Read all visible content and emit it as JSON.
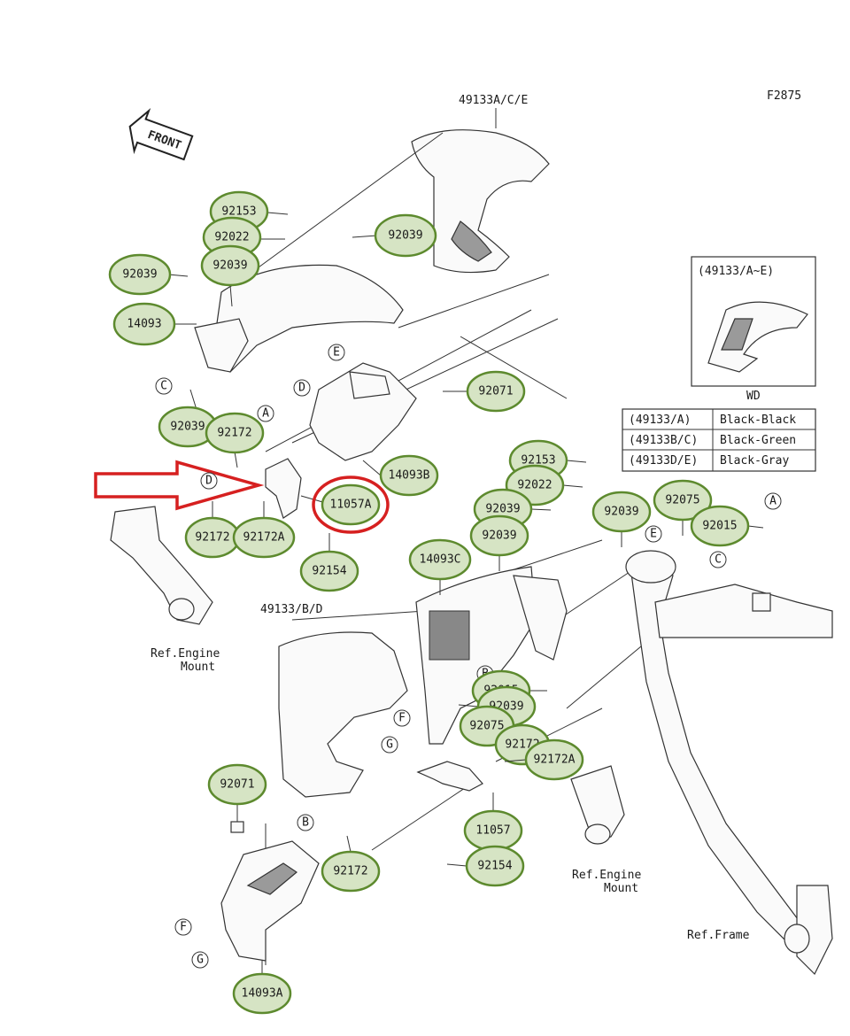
{
  "figure_code": "F2875",
  "front_label": "FRONT",
  "variant_box": {
    "title": "(49133/A~E)",
    "footer": "WD"
  },
  "color_table": [
    {
      "code": "(49133/A)",
      "color": "Black-Black"
    },
    {
      "code": "(49133B/C)",
      "color": "Black-Green"
    },
    {
      "code": "(49133D/E)",
      "color": "Black-Gray"
    }
  ],
  "labels": {
    "top_cowl": "49133A/C/E",
    "lower_cowl": "49133/B/D",
    "ref_engine_mount_left": [
      "Ref.Engine",
      "Mount"
    ],
    "ref_engine_mount_right": [
      "Ref.Engine",
      "Mount"
    ],
    "ref_frame": "Ref.Frame"
  },
  "parts": [
    {
      "id": "p1",
      "code": "92153"
    },
    {
      "id": "p2",
      "code": "92022"
    },
    {
      "id": "p3",
      "code": "92039"
    },
    {
      "id": "p4",
      "code": "92039"
    },
    {
      "id": "p5",
      "code": "92039"
    },
    {
      "id": "p6",
      "code": "14093"
    },
    {
      "id": "p7",
      "code": "92071"
    },
    {
      "id": "p8",
      "code": "92039"
    },
    {
      "id": "p9",
      "code": "92172"
    },
    {
      "id": "p10",
      "code": "14093B"
    },
    {
      "id": "p11",
      "code": "11057A"
    },
    {
      "id": "p12",
      "code": "92172"
    },
    {
      "id": "p13",
      "code": "92172A"
    },
    {
      "id": "p14",
      "code": "92154"
    },
    {
      "id": "p15",
      "code": "92153"
    },
    {
      "id": "p16",
      "code": "92022"
    },
    {
      "id": "p17",
      "code": "92039"
    },
    {
      "id": "p18",
      "code": "92039"
    },
    {
      "id": "p19",
      "code": "92039"
    },
    {
      "id": "p20",
      "code": "92075"
    },
    {
      "id": "p21",
      "code": "92015"
    },
    {
      "id": "p22",
      "code": "14093C"
    },
    {
      "id": "p23",
      "code": "92015"
    },
    {
      "id": "p24",
      "code": "92039"
    },
    {
      "id": "p25",
      "code": "92075"
    },
    {
      "id": "p26",
      "code": "92172"
    },
    {
      "id": "p27",
      "code": "92172A"
    },
    {
      "id": "p28",
      "code": "92071"
    },
    {
      "id": "p29",
      "code": "11057"
    },
    {
      "id": "p30",
      "code": "92154"
    },
    {
      "id": "p31",
      "code": "92172"
    },
    {
      "id": "p32",
      "code": "14093A"
    }
  ],
  "ref_letters": [
    {
      "id": "r1",
      "letter": "E"
    },
    {
      "id": "r2",
      "letter": "C"
    },
    {
      "id": "r3",
      "letter": "D"
    },
    {
      "id": "r4",
      "letter": "A"
    },
    {
      "id": "r5",
      "letter": "D"
    },
    {
      "id": "r6",
      "letter": "A"
    },
    {
      "id": "r7",
      "letter": "E"
    },
    {
      "id": "r8",
      "letter": "C"
    },
    {
      "id": "r9",
      "letter": "B"
    },
    {
      "id": "r10",
      "letter": "F"
    },
    {
      "id": "r11",
      "letter": "G"
    },
    {
      "id": "r12",
      "letter": "B"
    },
    {
      "id": "r13",
      "letter": "F"
    },
    {
      "id": "r14",
      "letter": "G"
    }
  ],
  "highlight": {
    "part": "11057A",
    "color": "#d62020"
  },
  "colors": {
    "callout_fill": "#d6e4c4",
    "callout_stroke": "#5d8a2e",
    "arrow": "#d62020"
  }
}
